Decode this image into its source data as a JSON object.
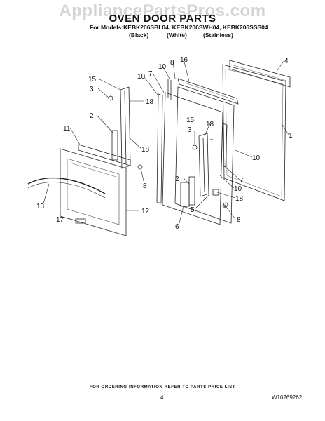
{
  "watermark": "AppliancePartsPros.com",
  "header": {
    "title": "OVEN DOOR PARTS",
    "models": "For Models:KEBK206SBL04, KEBK206SWH04, KEBK206SSS04",
    "variants": [
      "(Black)",
      "(White)",
      "(Stainless)"
    ]
  },
  "callouts": {
    "c1": "1",
    "c2a": "2",
    "c2b": "2",
    "c3a": "3",
    "c3b": "3",
    "c4": "4",
    "c5": "5",
    "c6": "6",
    "c7a": "7",
    "c7b": "7",
    "c8a": "8",
    "c8b": "8",
    "c8c": "8",
    "c10a": "10",
    "c10b": "10",
    "c10c": "10",
    "c10d": "10",
    "c11": "11",
    "c12": "12",
    "c13": "13",
    "c15a": "15",
    "c15b": "15",
    "c16": "16",
    "c17": "17",
    "c18a": "18",
    "c18b": "18",
    "c18c": "18",
    "c18d": "18"
  },
  "footer": {
    "note": "FOR ORDERING INFORMATION REFER TO PARTS PRICE LIST",
    "page": "4",
    "doc_number": "W10269262"
  }
}
